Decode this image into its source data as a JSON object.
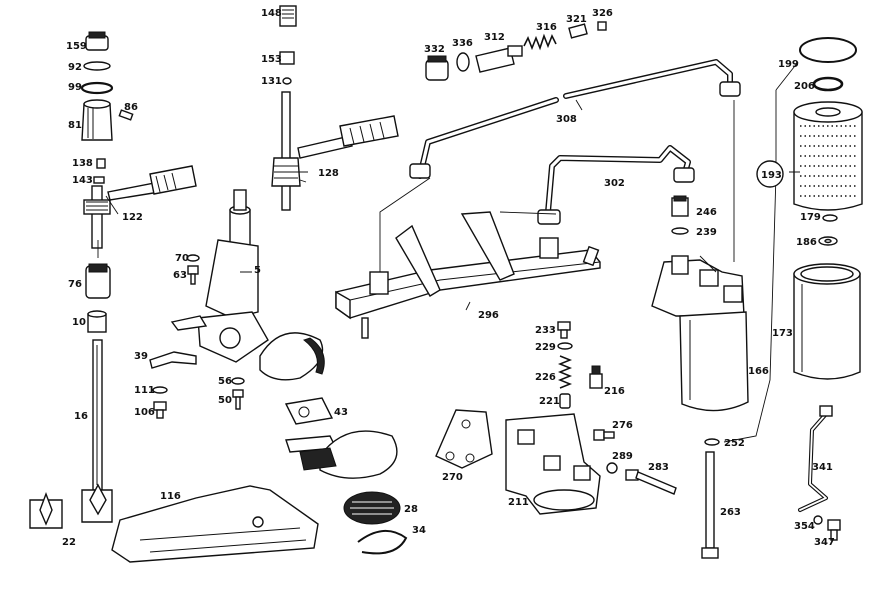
{
  "diagram": {
    "labels": {
      "159": "159",
      "92": "92",
      "99": "99",
      "86": "86",
      "81": "81",
      "138": "138",
      "143": "143",
      "122": "122",
      "76": "76",
      "10": "10",
      "16": "16",
      "22": "22",
      "148": "148",
      "153": "153",
      "131": "131",
      "128": "128",
      "70": "70",
      "63": "63",
      "5": "5",
      "39": "39",
      "111": "111",
      "106": "106",
      "56": "56",
      "50": "50",
      "43": "43",
      "116": "116",
      "28": "28",
      "34": "34",
      "332": "332",
      "336": "336",
      "312": "312",
      "316": "316",
      "321": "321",
      "326": "326",
      "308": "308",
      "302": "302",
      "296": "296",
      "233": "233",
      "229": "229",
      "226": "226",
      "216": "216",
      "221": "221",
      "270": "270",
      "211": "211",
      "276": "276",
      "289": "289",
      "283": "283",
      "246": "246",
      "239": "239",
      "166": "166",
      "252": "252",
      "263": "263",
      "199": "199",
      "206": "206",
      "193": "193",
      "179": "179",
      "186": "186",
      "173": "173",
      "341": "341",
      "354": "354",
      "347": "347"
    }
  }
}
